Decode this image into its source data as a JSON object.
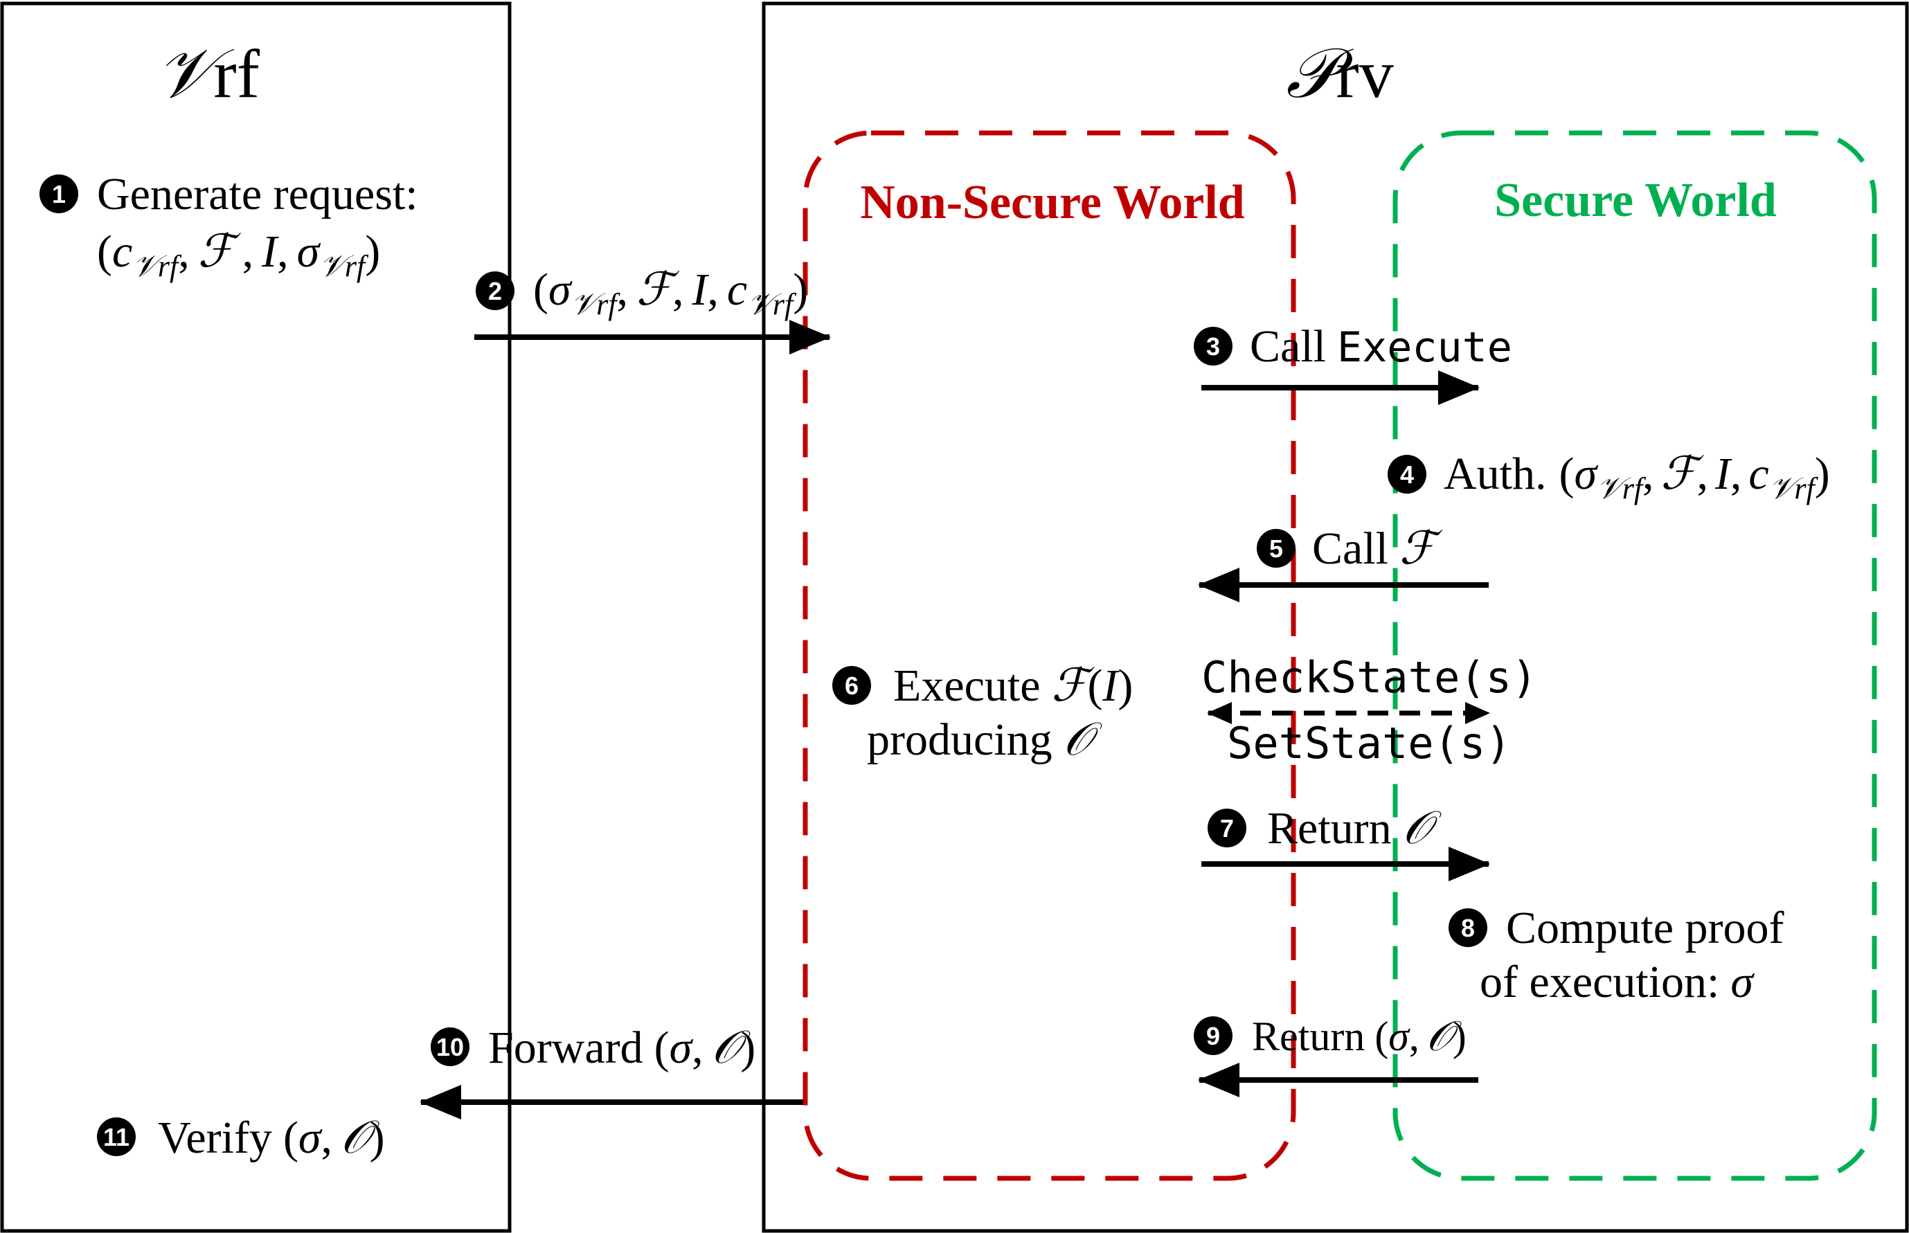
{
  "colors": {
    "non_secure": "#c00000",
    "secure": "#00b050",
    "line": "#000000"
  },
  "verifier": {
    "title_script": "𝒱",
    "title_rest": "rf"
  },
  "prover": {
    "title_script": "𝒫",
    "title_rest": "rv"
  },
  "worlds": {
    "non_secure": "Non-Secure World",
    "secure": "Secure World"
  },
  "symbols": {
    "sigma": "σ",
    "F": "ℱ",
    "I": "I",
    "c": "c",
    "O": "𝒪",
    "vrf_sub": "𝒱rf",
    "comma": ",",
    "lparen": "(",
    "rparen": ")"
  },
  "steps": [
    {
      "num": "1",
      "text": "Generate request:"
    },
    {
      "num": "2",
      "text": ""
    },
    {
      "num": "3",
      "text": "Call",
      "code": "Execute"
    },
    {
      "num": "4",
      "text": "Auth."
    },
    {
      "num": "5",
      "text": "Call"
    },
    {
      "num": "6",
      "text": "Execute",
      "line2": "producing"
    },
    {
      "num": "7",
      "text": "Return"
    },
    {
      "num": "8",
      "text": "Compute proof",
      "line2": "of execution:"
    },
    {
      "num": "9",
      "text": "Return"
    },
    {
      "num": "10",
      "text": "Forward"
    },
    {
      "num": "11",
      "text": "Verify"
    }
  ],
  "state_calls": {
    "check": "CheckState(s)",
    "set": "SetState(s)"
  }
}
